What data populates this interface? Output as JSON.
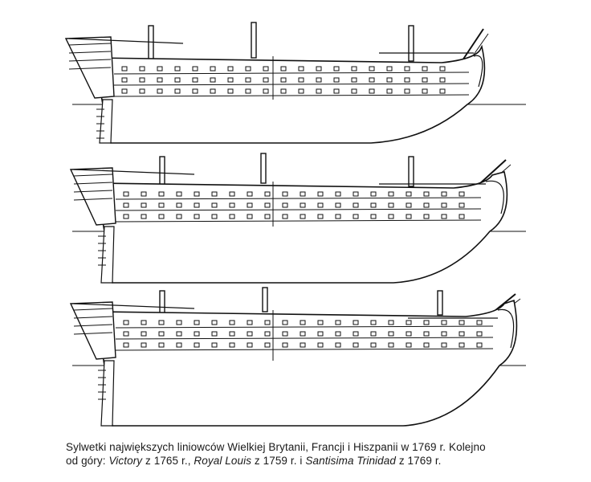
{
  "figure": {
    "ships": [
      {
        "id": "victory"
      },
      {
        "id": "royal-louis"
      },
      {
        "id": "santisima-trinidad"
      }
    ]
  },
  "caption": {
    "line1": "Sylwetki największych liniowców Wielkiej Brytanii, Francji i Hiszpanii w 1769 r. Kolejno",
    "line2_prefix": "od góry: ",
    "ship1": "Victory",
    "ship1_year": " z 1765 r., ",
    "ship2": "Royal Louis",
    "ship2_year": " z 1759 r. i ",
    "ship3": "Santisima Trinidad",
    "ship3_year": " z 1769 r."
  }
}
